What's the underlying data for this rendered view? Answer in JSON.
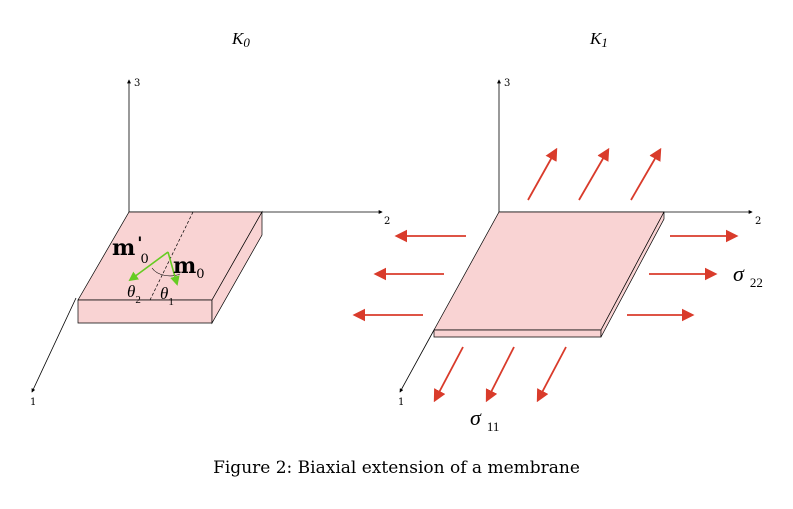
{
  "frames": {
    "left": {
      "label": "K",
      "sub": "0"
    },
    "right": {
      "label": "K",
      "sub": "1"
    }
  },
  "axes": {
    "x1": "1",
    "x2": "2",
    "x3": "3"
  },
  "vectors": {
    "m_prime": {
      "base": "m",
      "prime": "'",
      "sub": "0"
    },
    "m": {
      "base": "m",
      "sub": "0"
    },
    "theta2": {
      "base": "θ",
      "sub": "2"
    },
    "theta1": {
      "base": "θ",
      "sub": "1"
    }
  },
  "stresses": {
    "sigma22": {
      "base": "σ",
      "sub": "22"
    },
    "sigma11": {
      "base": "σ",
      "sub": "11"
    }
  },
  "colors": {
    "membrane_fill": "#f9d3d3",
    "arrow": "#d93b2b",
    "vector": "#66cc22",
    "line": "#000000"
  },
  "caption": "Figure 2: Biaxial extension of a membrane"
}
